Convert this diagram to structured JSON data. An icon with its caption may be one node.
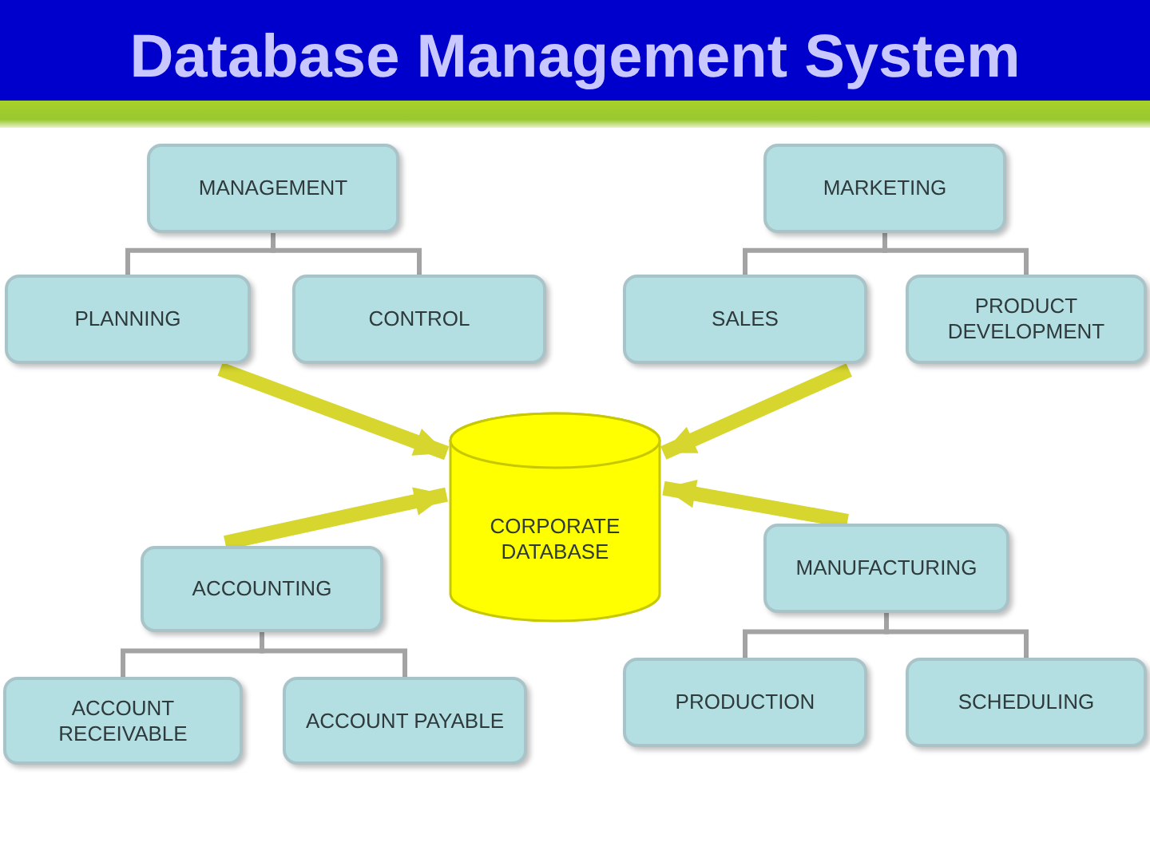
{
  "diagram": {
    "title": "Database Management System",
    "nodes": [
      {
        "text": [
          "MANAGEMENT"
        ]
      },
      {
        "text": [
          "PLANNING"
        ]
      },
      {
        "text": [
          "CONTROL"
        ]
      },
      {
        "text": [
          "MARKETING"
        ]
      },
      {
        "text": [
          "SALES"
        ]
      },
      {
        "text": [
          "PRODUCT DEVELOPMENT"
        ]
      },
      {
        "text": [
          "CORPORATE DATABASE"
        ]
      },
      {
        "text": [
          "ACCOUNTING"
        ]
      },
      {
        "text": [
          "ACCOUNT RECEIVABLE"
        ]
      },
      {
        "text": [
          "ACCOUNT PAYABLE"
        ]
      },
      {
        "text": [
          "MANUFACTURING"
        ]
      },
      {
        "text": [
          "PRODUCTION"
        ]
      },
      {
        "text": [
          "SCHEDULING"
        ]
      }
    ],
    "edges": [
      {
        "from": 0,
        "to": 1,
        "arrow": "none"
      },
      {
        "from": 0,
        "to": 2,
        "arrow": "none"
      },
      {
        "from": 3,
        "to": 4,
        "arrow": "none"
      },
      {
        "from": 3,
        "to": 5,
        "arrow": "none"
      },
      {
        "from": 7,
        "to": 8,
        "arrow": "none"
      },
      {
        "from": 7,
        "to": 9,
        "arrow": "none"
      },
      {
        "from": 10,
        "to": 11,
        "arrow": "none"
      },
      {
        "from": 10,
        "to": 12,
        "arrow": "none"
      },
      {
        "from": 1,
        "to": 6,
        "arrow": "to",
        "style": "thick",
        "color": "#d6d62e"
      },
      {
        "from": 4,
        "to": 6,
        "arrow": "to",
        "style": "thick",
        "color": "#d6d62e"
      },
      {
        "from": 7,
        "to": 6,
        "arrow": "to",
        "style": "thick",
        "color": "#d6d62e"
      },
      {
        "from": 10,
        "to": 6,
        "arrow": "to",
        "style": "thick",
        "color": "#d6d62e"
      }
    ]
  }
}
